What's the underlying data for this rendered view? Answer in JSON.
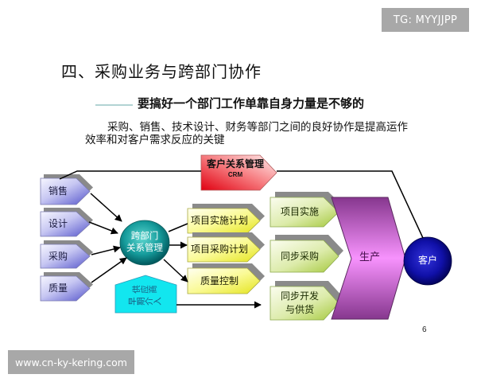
{
  "watermarks": {
    "top_right": "TG: MYYJJPP",
    "bottom_left": "www.cn-ky-kering.com"
  },
  "slide": {
    "title": "四、采购业务与跨部门协作",
    "subtitle": "要搞好一个部门工作单靠自身力量是不够的",
    "body_lines": [
      "采购、销售、技术设计、财务等部门之间的良好协作是提高运作",
      "效率和对客户需求反应的关键"
    ],
    "page_number": "6"
  },
  "diagram": {
    "crm": {
      "label": "客户关系管理",
      "sublabel": "CRM"
    },
    "departments": [
      {
        "label": "销售"
      },
      {
        "label": "设计"
      },
      {
        "label": "采购"
      },
      {
        "label": "质量"
      }
    ],
    "hub": {
      "lines": [
        "跨部门",
        "关系管理"
      ]
    },
    "supplier": {
      "lines": [
        "供应商",
        "早期介入"
      ]
    },
    "plans": [
      {
        "label": "项目实施计划"
      },
      {
        "label": "项目采购计划"
      },
      {
        "label": "质量控制"
      }
    ],
    "execution": [
      {
        "lines": [
          "项目实施"
        ]
      },
      {
        "lines": [
          "同步采购"
        ]
      },
      {
        "lines": [
          "同步开发",
          "与供货"
        ]
      }
    ],
    "production": {
      "label": "生产"
    },
    "customer": {
      "label": "客户"
    }
  },
  "colors": {
    "department_fill": "#7a7ad8",
    "crm_fill": "#e8141c",
    "hub_fill": "#169c9c",
    "supplier_fill": "#10e8f0",
    "plan_fill": "#f0f040",
    "execution_fill": "#b8d850",
    "production_fill": "#f090f8",
    "customer_fill": "#1010a8",
    "shadow": "#8a8a8a",
    "watermark_bg": "#a8a8a8"
  }
}
